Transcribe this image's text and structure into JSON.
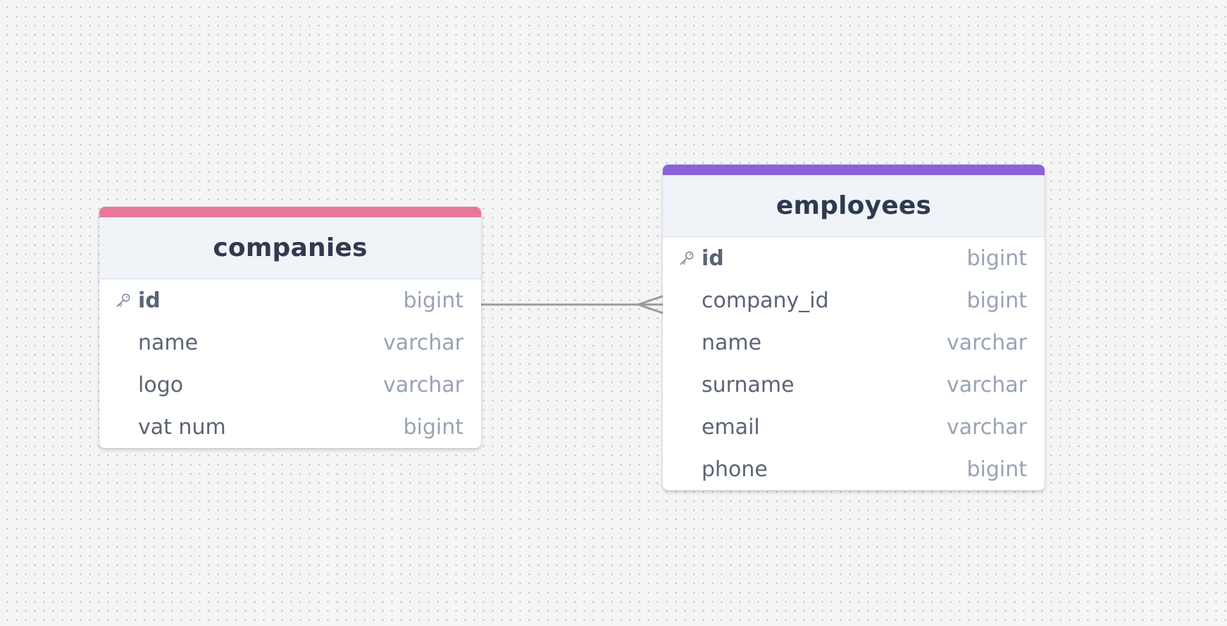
{
  "colors": {
    "background": "#f5f5f5",
    "companies_accent": "#e8789a",
    "employees_accent": "#8a63d8",
    "relationship_line": "#9a9a9a"
  },
  "tables": {
    "companies": {
      "title": "companies",
      "columns": [
        {
          "name": "id",
          "type": "bigint",
          "primary_key": true,
          "icon": "key-icon"
        },
        {
          "name": "name",
          "type": "varchar"
        },
        {
          "name": "logo",
          "type": "varchar"
        },
        {
          "name": "vat num",
          "type": "bigint"
        }
      ]
    },
    "employees": {
      "title": "employees",
      "columns": [
        {
          "name": "id",
          "type": "bigint",
          "primary_key": true,
          "icon": "key-icon"
        },
        {
          "name": "company_id",
          "type": "bigint"
        },
        {
          "name": "name",
          "type": "varchar"
        },
        {
          "name": "surname",
          "type": "varchar"
        },
        {
          "name": "email",
          "type": "varchar"
        },
        {
          "name": "phone",
          "type": "bigint"
        }
      ]
    }
  },
  "relationships": [
    {
      "from": "companies.id",
      "to": "employees.company_id",
      "cardinality": "one-to-many",
      "icon": "crows-foot-icon"
    }
  ]
}
